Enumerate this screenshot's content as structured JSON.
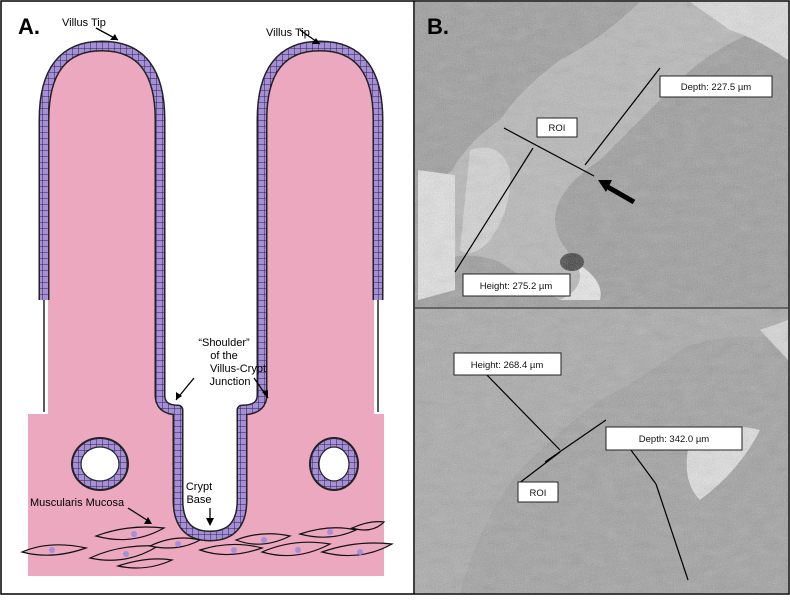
{
  "panel_a": {
    "label": "A.",
    "villus_tip_left": "Villus Tip",
    "villus_tip_right": "Villus Tip",
    "shoulder_line1": "“Shoulder”",
    "shoulder_line2": "of the",
    "shoulder_line3": "Villus-Crypt",
    "shoulder_line4": "Junction",
    "crypt_line1": "Crypt",
    "crypt_line2": "Base",
    "muscularis": "Muscularis Mucosa"
  },
  "panel_b": {
    "label": "B.",
    "top": {
      "roi": "ROI",
      "depth": "Depth: 227.5 µm",
      "height": "Height: 275.2 µm"
    },
    "bottom": {
      "roi": "ROI",
      "depth": "Depth: 342.0 µm",
      "height": "Height: 268.4 µm"
    }
  },
  "colors": {
    "tissue_pink": "#ECA8BE",
    "cell_purple": "#A58FD8",
    "histology_gray": "#9C9C9C"
  }
}
